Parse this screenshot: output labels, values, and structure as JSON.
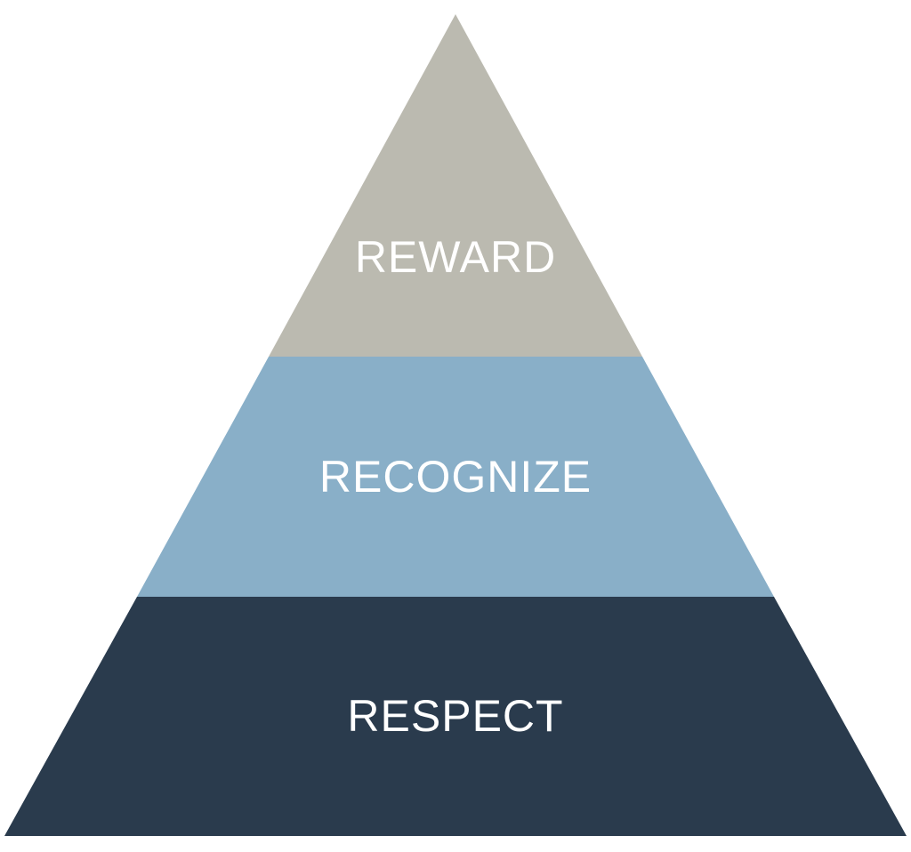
{
  "pyramid": {
    "tiers": [
      {
        "label": "REWARD",
        "color": "#bbbab0"
      },
      {
        "label": "RECOGNIZE",
        "color": "#89afc8"
      },
      {
        "label": "RESPECT",
        "color": "#2a3b4d"
      }
    ]
  }
}
